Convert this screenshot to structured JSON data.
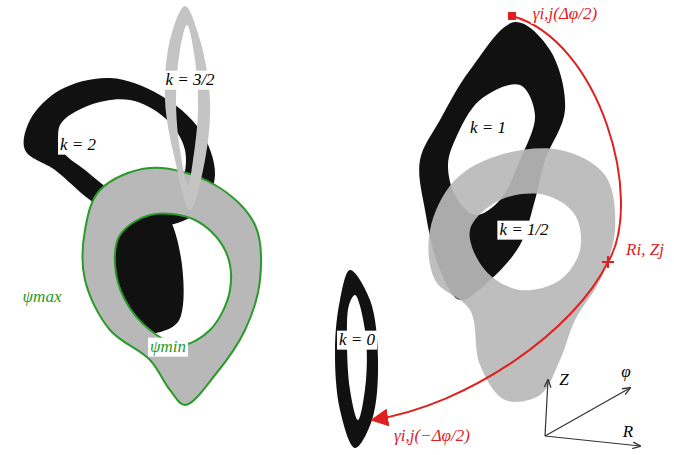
{
  "diagram": {
    "labels": [
      "k = 2",
      "k = 3/2",
      "ψmax",
      "ψmin",
      "k = 1",
      "k = 1/2",
      "k = 0",
      "γi,j(Δφ/2)",
      "Ri, Zj",
      "γi,j(−Δφ/2)",
      "Z",
      "φ",
      "R"
    ]
  }
}
